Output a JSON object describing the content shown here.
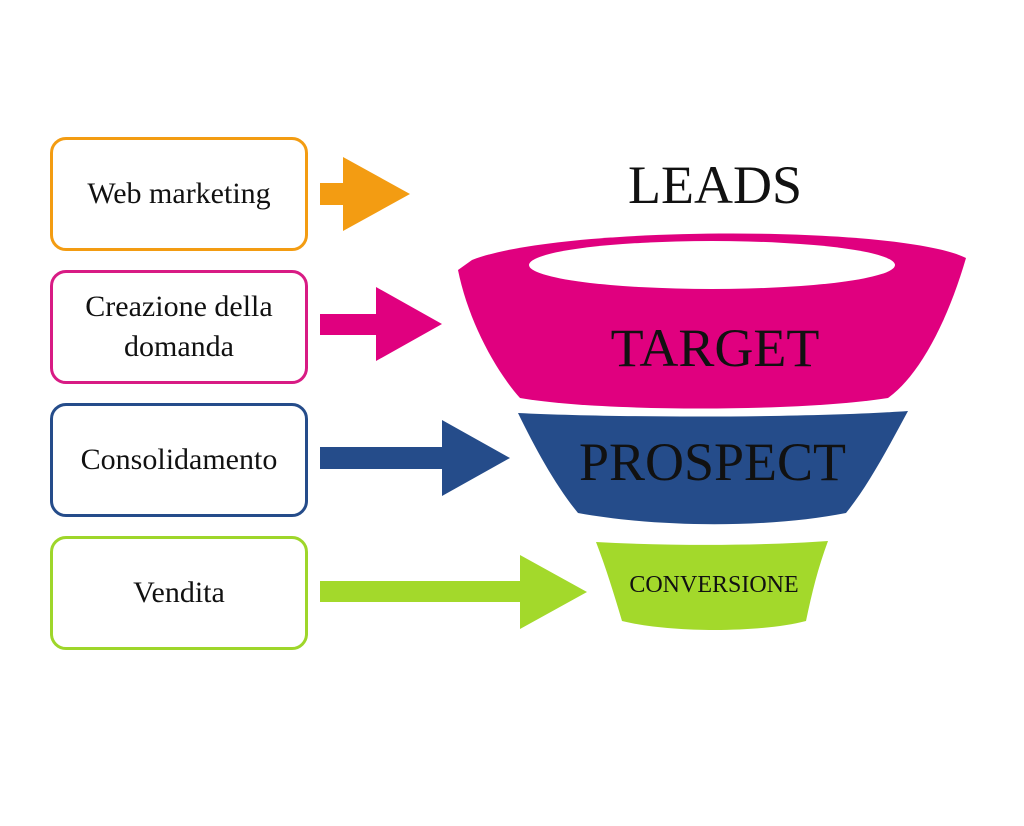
{
  "steps": [
    {
      "label": "Web marketing",
      "color": "#F39C12"
    },
    {
      "label": "Creazione della domanda",
      "color": "#D81B84"
    },
    {
      "label": "Consolidamento",
      "color": "#254C8A"
    },
    {
      "label": "Vendita",
      "color": "#9ED62A"
    }
  ],
  "funnel": {
    "leads": "LEADS",
    "target": "TARGET",
    "prospect": "PROSPECT",
    "conversione": "CONVERSIONE",
    "colors": {
      "target": "#E0007F",
      "prospect": "#254C8A",
      "conversione": "#A3D92B"
    }
  }
}
